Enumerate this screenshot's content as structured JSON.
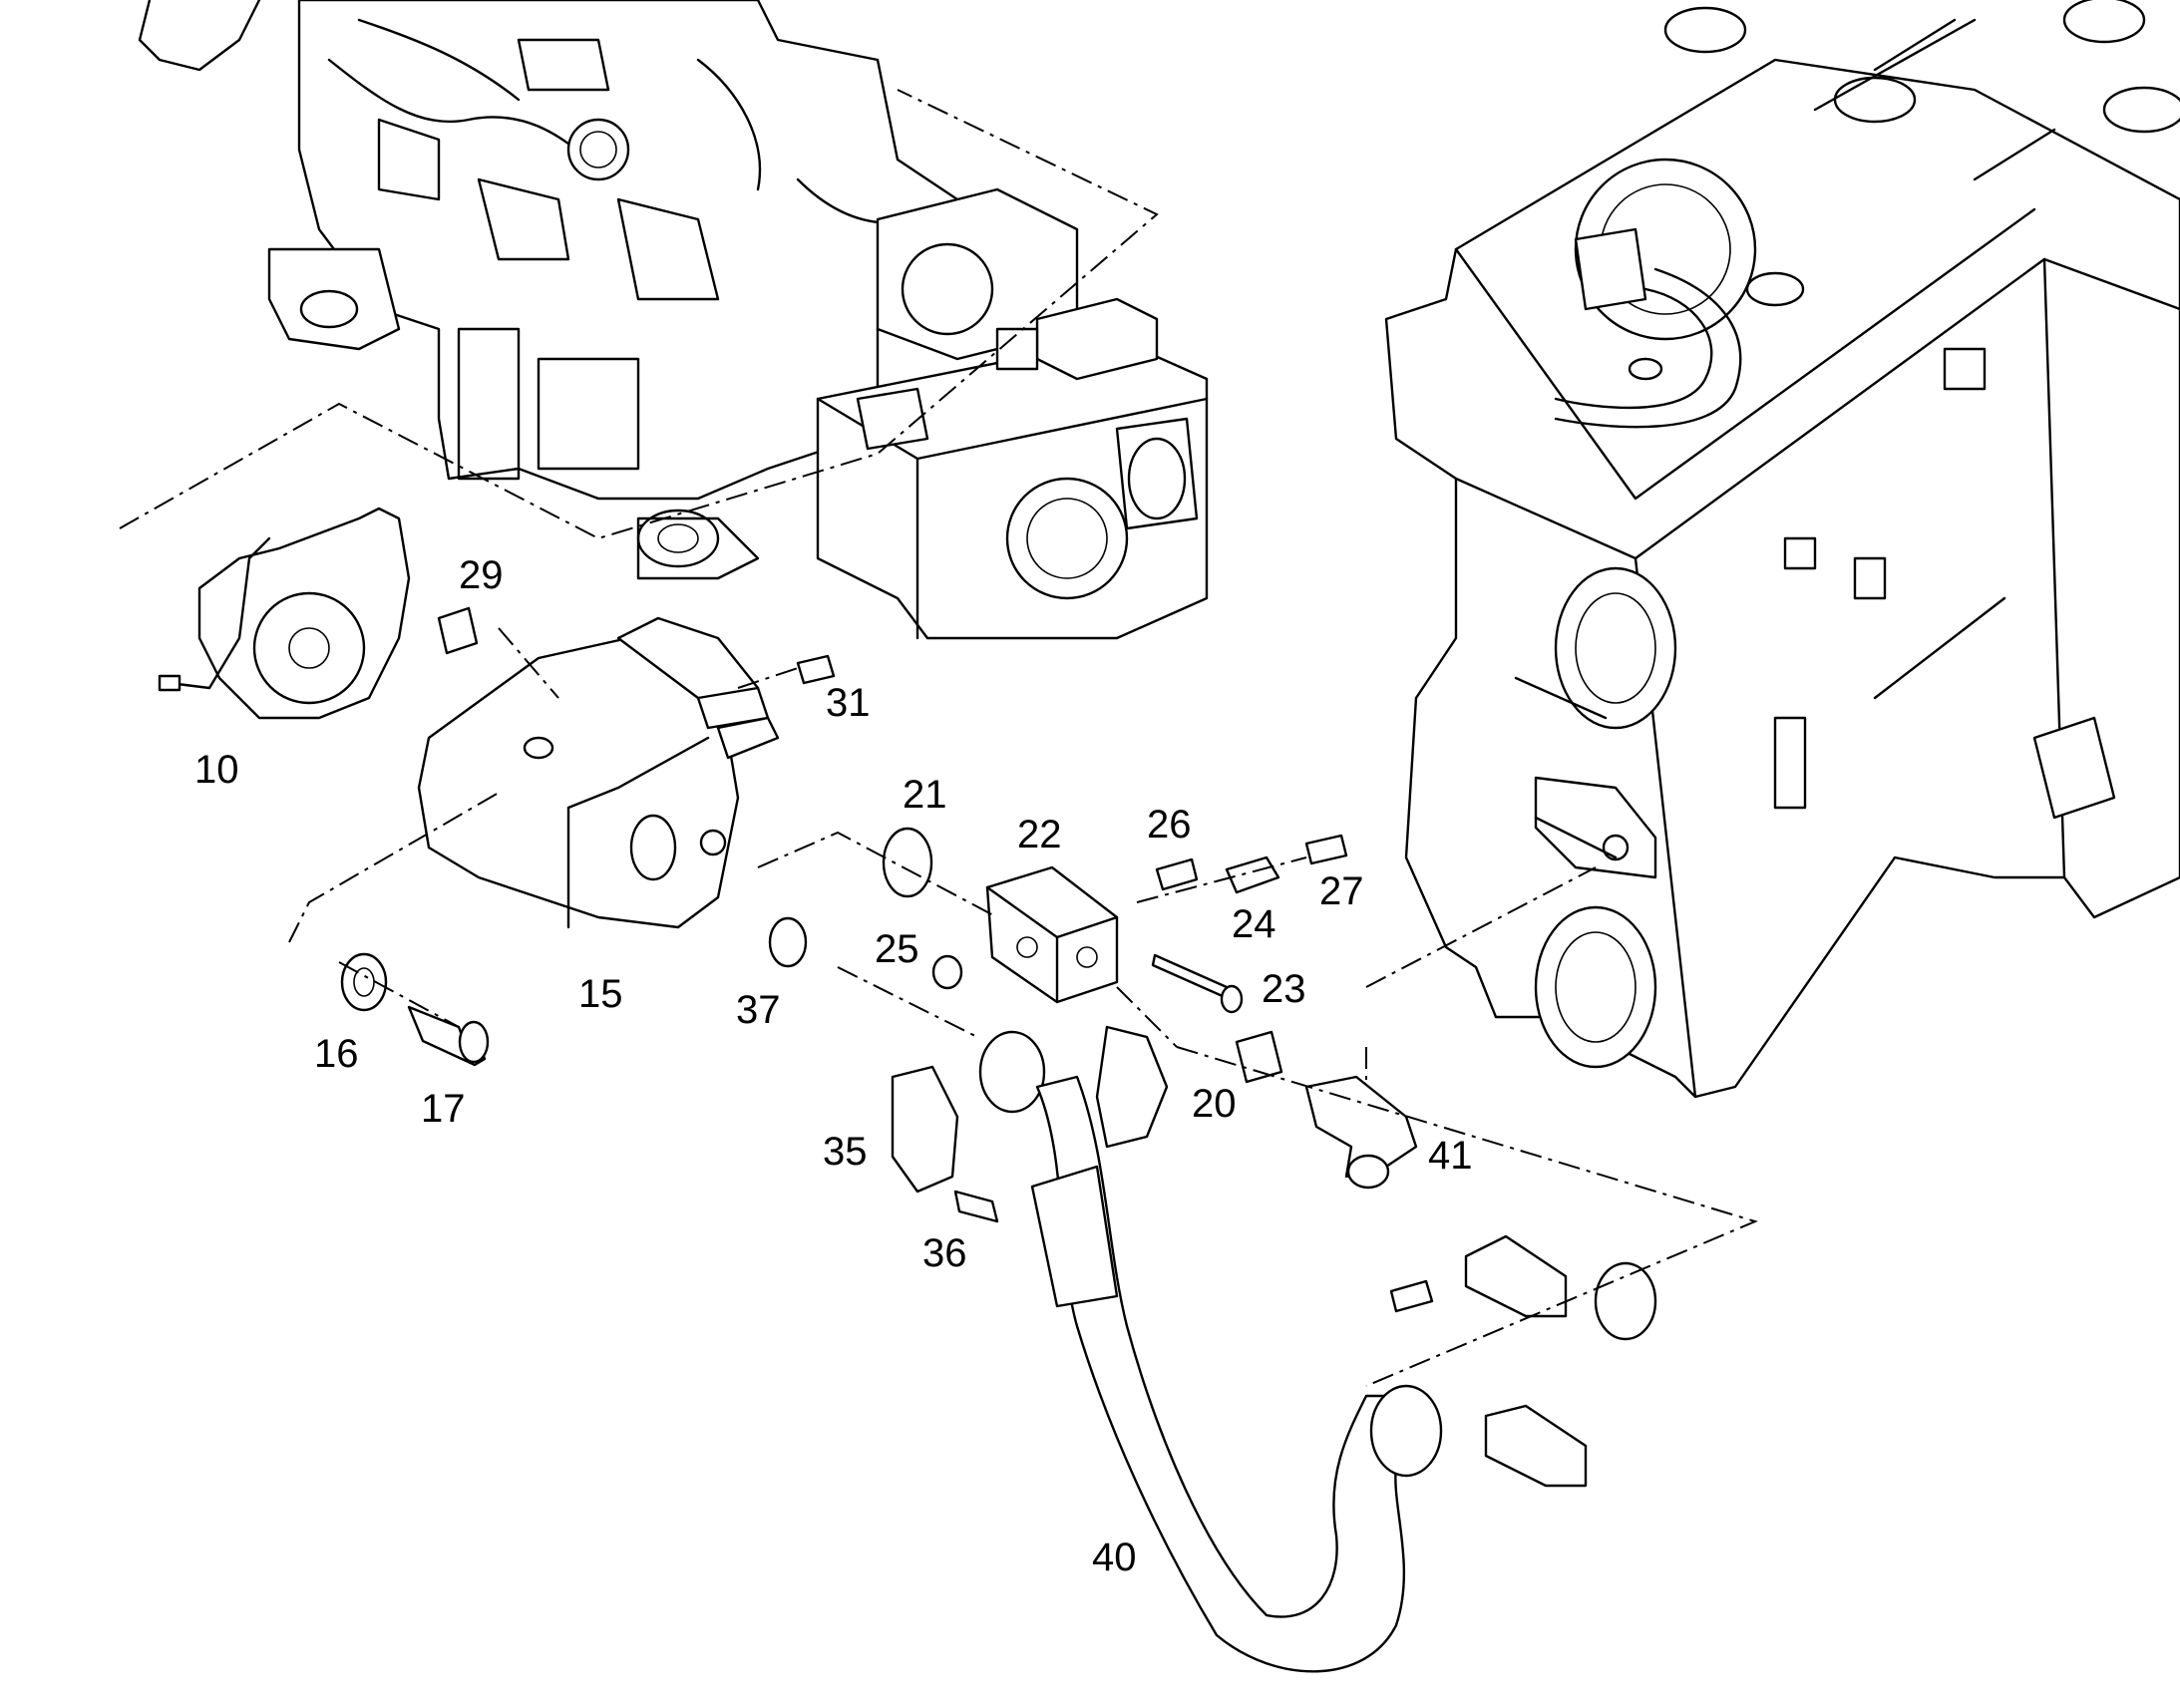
{
  "diagram": {
    "colors": {
      "line": "#000000",
      "background": "#ffffff"
    },
    "callouts": [
      {
        "id": "10",
        "text": "10"
      },
      {
        "id": "15",
        "text": "15"
      },
      {
        "id": "16",
        "text": "16"
      },
      {
        "id": "17",
        "text": "17"
      },
      {
        "id": "20",
        "text": "20"
      },
      {
        "id": "21",
        "text": "21"
      },
      {
        "id": "22",
        "text": "22"
      },
      {
        "id": "23",
        "text": "23"
      },
      {
        "id": "24",
        "text": "24"
      },
      {
        "id": "25",
        "text": "25"
      },
      {
        "id": "26",
        "text": "26"
      },
      {
        "id": "27",
        "text": "27"
      },
      {
        "id": "29",
        "text": "29"
      },
      {
        "id": "31",
        "text": "31"
      },
      {
        "id": "35",
        "text": "35"
      },
      {
        "id": "36",
        "text": "36"
      },
      {
        "id": "37",
        "text": "37"
      },
      {
        "id": "40",
        "text": "40"
      },
      {
        "id": "41",
        "text": "41"
      }
    ]
  }
}
